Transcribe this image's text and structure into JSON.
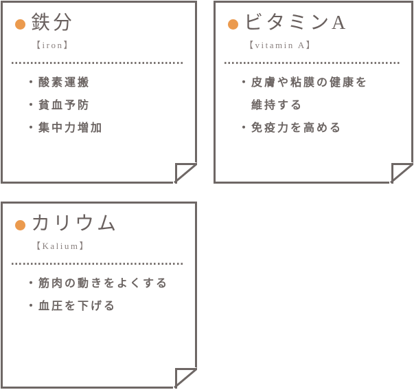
{
  "colors": {
    "ink": "#6e6765",
    "accent": "#eb9a4e",
    "title": "#69605e",
    "subtitle": "#8a817f",
    "text": "#6b6462",
    "divider": "#7b7472"
  },
  "cards": [
    {
      "title": "鉄分",
      "subtitle": "【iron】",
      "items": [
        "・酸素運搬",
        "・貧血予防",
        "・集中力増加"
      ]
    },
    {
      "title": "ビタミンA",
      "subtitle": "【vitamin A】",
      "items": [
        "・皮膚や粘膜の健康を\n維持する",
        "・免疫力を高める"
      ]
    },
    {
      "title": "カリウム",
      "subtitle": "【Kalium】",
      "items": [
        "・筋肉の動きをよくする",
        "・血圧を下げる"
      ]
    }
  ]
}
